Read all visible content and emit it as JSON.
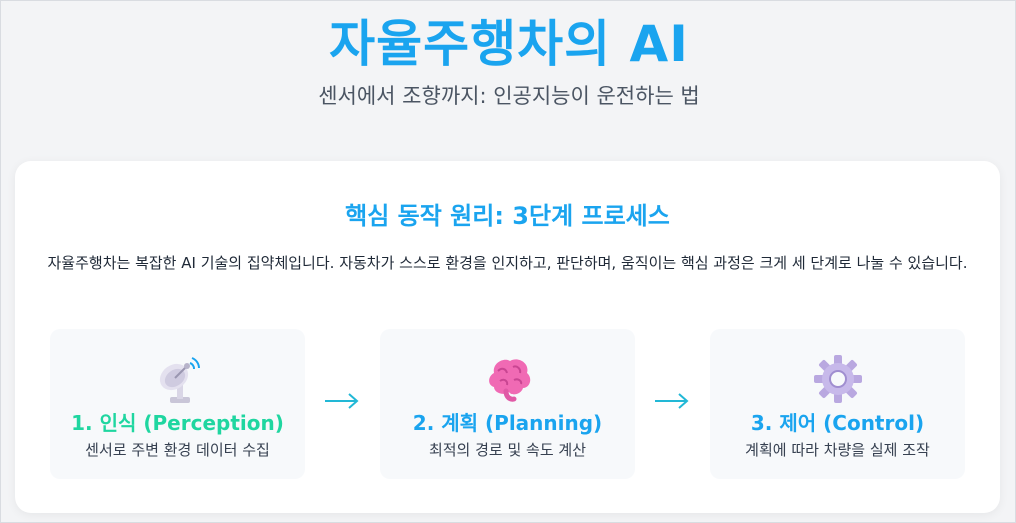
{
  "header": {
    "title": "자율주행차의 AI",
    "subtitle": "센서에서 조향까지: 인공지능이 운전하는 법"
  },
  "section": {
    "title": "핵심 동작 원리: 3단계 프로세스",
    "description": "자율주행차는 복잡한 AI 기술의 집약체입니다. 자동차가 스스로 환경을 인지하고, 판단하며, 움직이는 핵심 과정은 크게 세 단계로 나눌 수 있습니다."
  },
  "steps": [
    {
      "title": "1. 인식 (Perception)",
      "desc": "센서로 주변 환경 데이터 수집",
      "icon": "satellite-dish-icon",
      "color": "#1fd6a0"
    },
    {
      "title": "2. 계획 (Planning)",
      "desc": "최적의 경로 및 속도 계산",
      "icon": "brain-icon",
      "color": "#1aa4ef"
    },
    {
      "title": "3. 제어 (Control)",
      "desc": "계획에 따라 차량을 실제 조작",
      "icon": "gear-icon",
      "color": "#1aa4ef"
    }
  ],
  "colors": {
    "accent": "#1aa4ef",
    "perception": "#1fd6a0",
    "arrow": "#22b8d6"
  }
}
